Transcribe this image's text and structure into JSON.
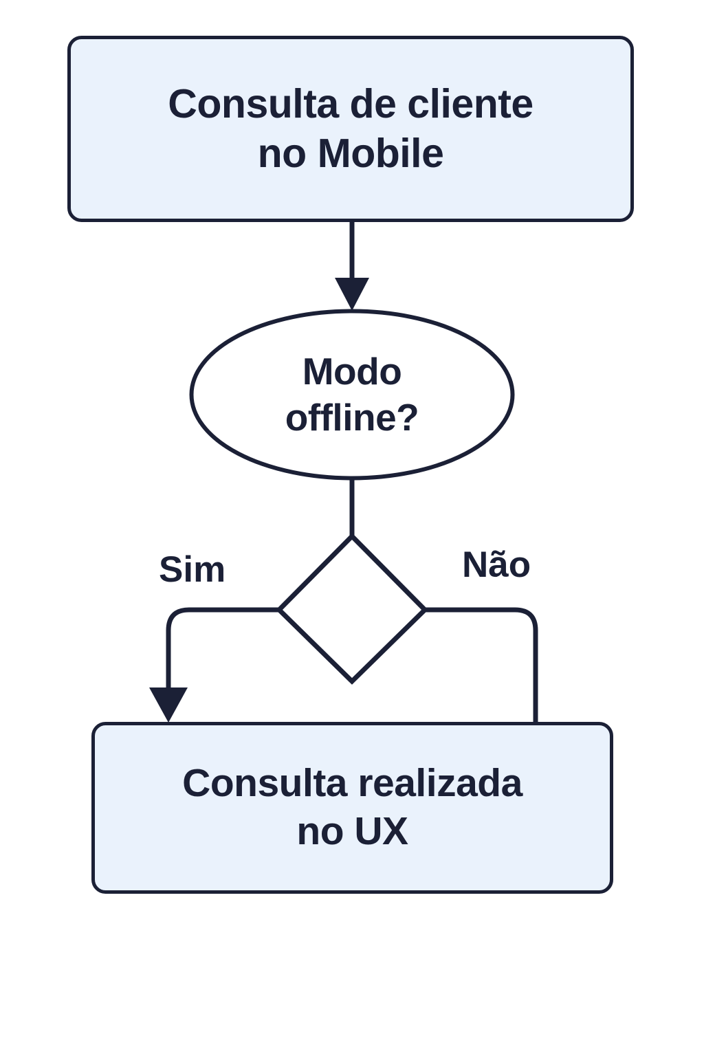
{
  "diagram": {
    "type": "flowchart",
    "orientation": "top-to-bottom",
    "background_color": "#ffffff",
    "stroke_color": "#1b2036",
    "node_fill_color": "#eaf2fc",
    "decision_fill_color": "#ffffff",
    "text_color": "#1b2036",
    "nodes": [
      {
        "id": "start",
        "shape": "rounded-rectangle",
        "label": "Consulta de cliente\nno Mobile",
        "fill": "#eaf2fc"
      },
      {
        "id": "decision_offline",
        "shape": "ellipse",
        "label": "Modo\noffline?",
        "fill": "#ffffff"
      },
      {
        "id": "branch_diamond",
        "shape": "diamond",
        "label": "",
        "fill": "#ffffff"
      },
      {
        "id": "end",
        "shape": "rounded-rectangle",
        "label": "Consulta realizada\nno UX",
        "fill": "#eaf2fc"
      }
    ],
    "edges": [
      {
        "id": "edge-start-to-decision",
        "from": "start",
        "to": "decision_offline",
        "label": "",
        "arrowhead": true
      },
      {
        "id": "edge-decision-to-diamond",
        "from": "decision_offline",
        "to": "branch_diamond",
        "label": "",
        "arrowhead": false
      },
      {
        "id": "edge-yes",
        "from": "branch_diamond",
        "to": "end",
        "label": "Sim",
        "arrowhead": true
      },
      {
        "id": "edge-no",
        "from": "branch_diamond",
        "to": "end",
        "label": "Não",
        "arrowhead": false
      }
    ]
  }
}
